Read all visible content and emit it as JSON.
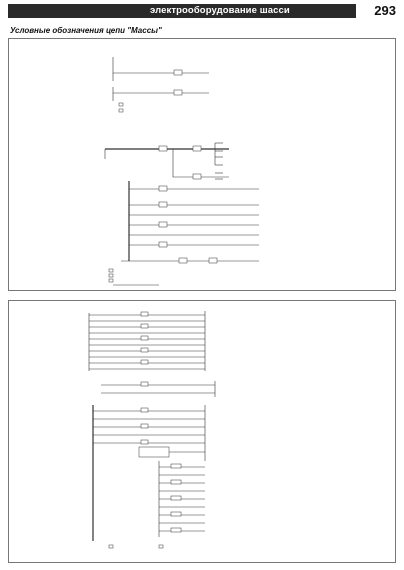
{
  "header": {
    "section_title": "электрооборудование шасси",
    "page_number": "293"
  },
  "subtitle": "Условные обозначения цепи \"Массы\""
}
